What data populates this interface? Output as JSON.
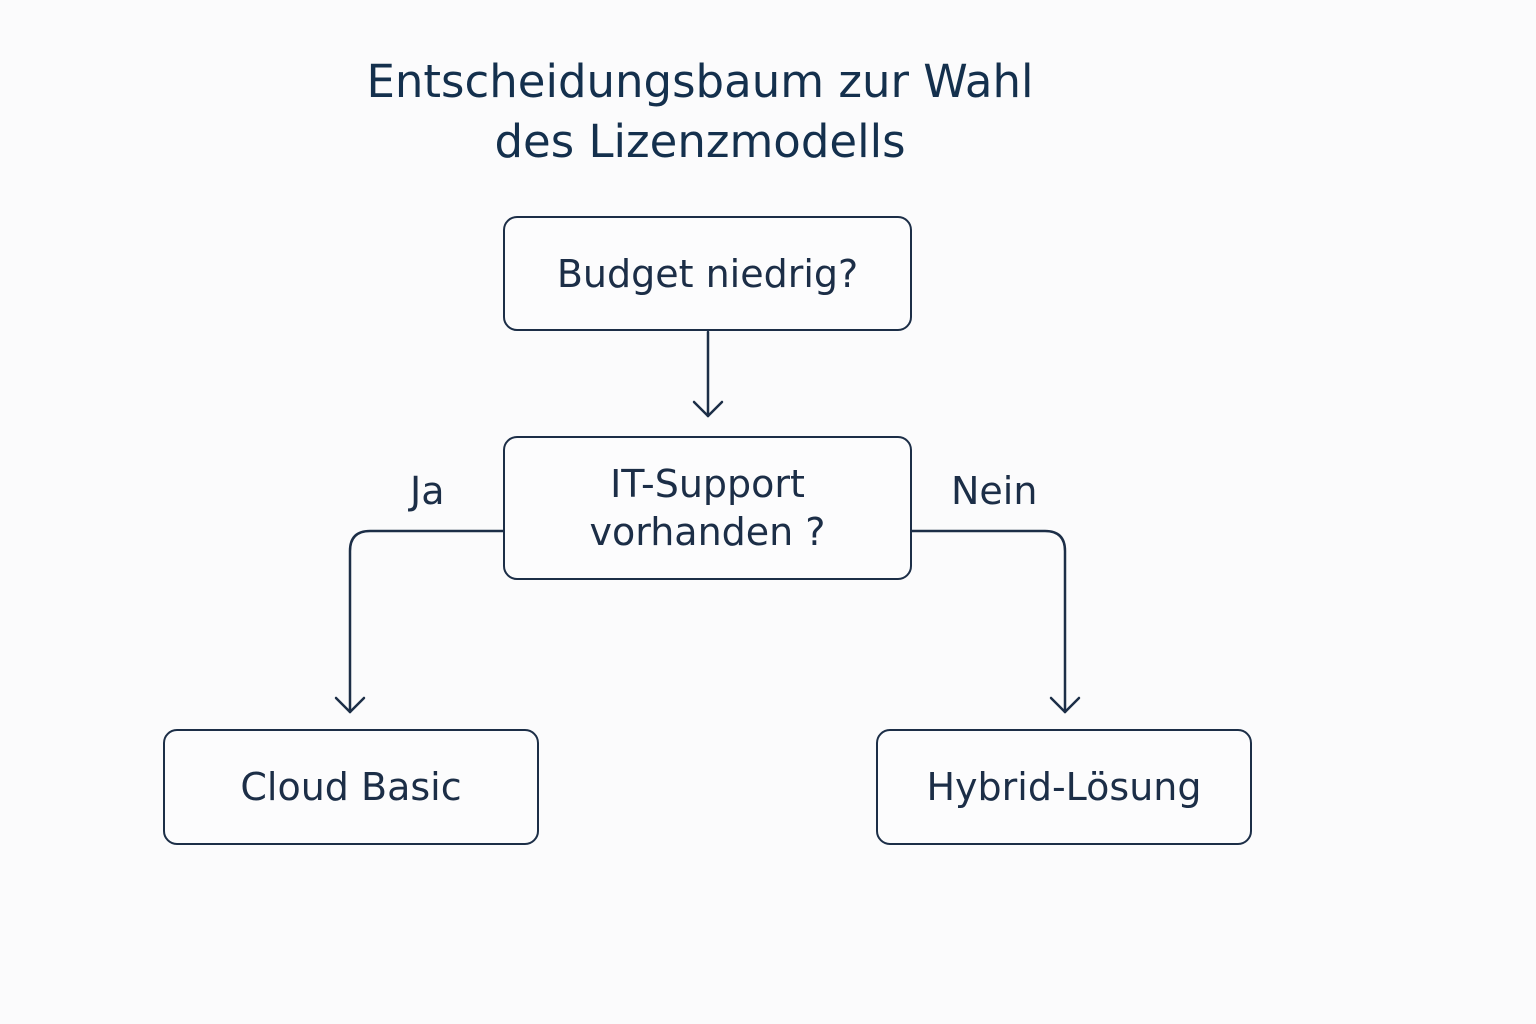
{
  "diagram": {
    "title_line1": "Entscheidungsbaum zur Wahl",
    "title_line2": "des Lizenzmodells",
    "nodes": {
      "budget": "Budget niedrig?",
      "it_support_line1": "IT-Support",
      "it_support_line2": "vorhanden ?",
      "cloud_basic": "Cloud Basic",
      "hybrid": "Hybrid-Lösung"
    },
    "edges": {
      "yes": "Ja",
      "no": "Nein"
    }
  },
  "colors": {
    "stroke": "#1c2e47",
    "title": "#14304d",
    "background": "#fbfbfc"
  }
}
